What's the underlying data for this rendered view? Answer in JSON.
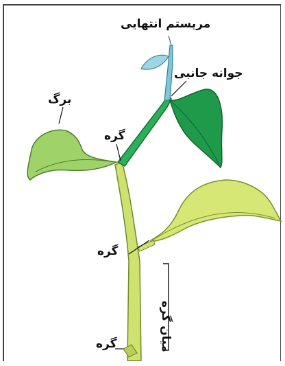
{
  "labels": {
    "apical_meristem": "مریستم انتهایی",
    "lateral_bud": "جوانه جانبی",
    "leaf": "برگ",
    "node_top": "گره",
    "node_middle": "گره",
    "node_bottom": "گره",
    "internode": "میان گره"
  },
  "colors": {
    "stem_light": "#cfe16f",
    "stem_green": "#2bb05a",
    "leaf_light": "#9fd36a",
    "leaf_yellow": "#d6e776",
    "leaf_dark": "#1f9a4b",
    "meristem_blue": "#9fd6e6",
    "outline": "#3a5a2a"
  }
}
